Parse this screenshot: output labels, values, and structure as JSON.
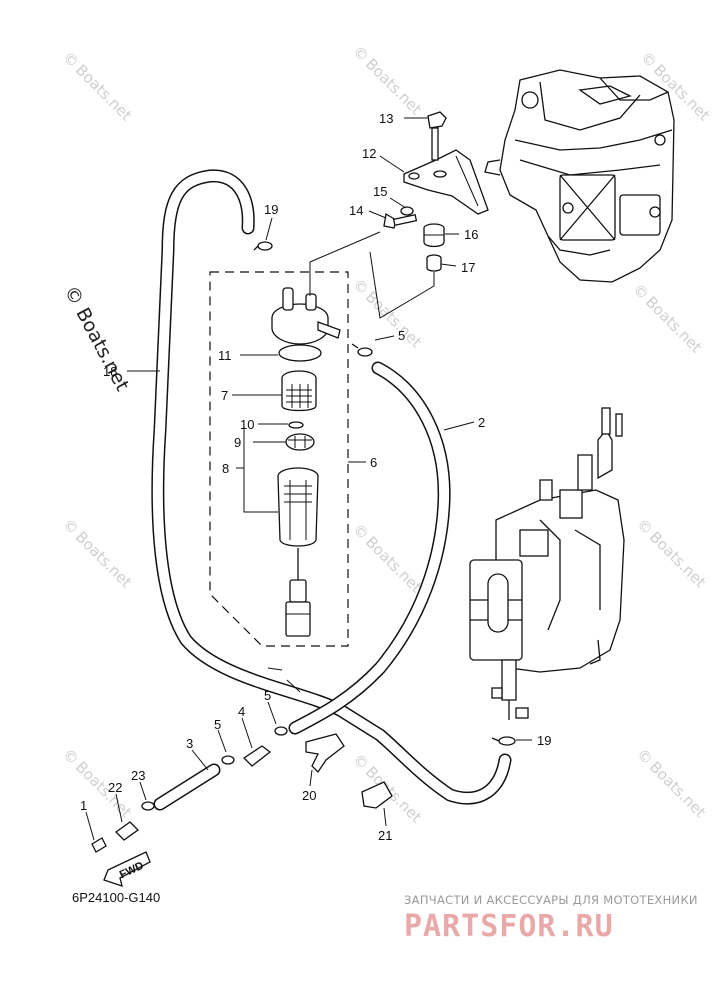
{
  "diagram": {
    "code": "6P24100-G140",
    "callouts": [
      {
        "id": "c13",
        "text": "13"
      },
      {
        "id": "c12",
        "text": "12"
      },
      {
        "id": "c15",
        "text": "15"
      },
      {
        "id": "c14",
        "text": "14"
      },
      {
        "id": "c16",
        "text": "16"
      },
      {
        "id": "c17",
        "text": "17"
      },
      {
        "id": "c19a",
        "text": "19"
      },
      {
        "id": "c5a",
        "text": "5"
      },
      {
        "id": "c11",
        "text": "11"
      },
      {
        "id": "c18",
        "text": "18"
      },
      {
        "id": "c7",
        "text": "7"
      },
      {
        "id": "c10",
        "text": "10"
      },
      {
        "id": "c9",
        "text": "9"
      },
      {
        "id": "c8",
        "text": "8"
      },
      {
        "id": "c6",
        "text": "6"
      },
      {
        "id": "c2",
        "text": "2"
      },
      {
        "id": "c5b",
        "text": "5"
      },
      {
        "id": "c5c",
        "text": "5"
      },
      {
        "id": "c4",
        "text": "4"
      },
      {
        "id": "c3",
        "text": "3"
      },
      {
        "id": "c19b",
        "text": "19"
      },
      {
        "id": "c23",
        "text": "23"
      },
      {
        "id": "c22",
        "text": "22"
      },
      {
        "id": "c1",
        "text": "1"
      },
      {
        "id": "c20",
        "text": "20"
      },
      {
        "id": "c21",
        "text": "21"
      }
    ],
    "fwd_label": "FWD"
  },
  "watermark": {
    "text": "© Boats.net",
    "small_text": "Boats.net"
  },
  "branding": {
    "subtitle": "ЗАПЧАСТИ И АКСЕССУАРЫ ДЛЯ МОТОТЕХНИКИ",
    "logo": "PARTSFOR.RU"
  },
  "colors": {
    "line": "#111111",
    "watermark": "#cfcfcf",
    "logo": "#e9a9a9"
  }
}
